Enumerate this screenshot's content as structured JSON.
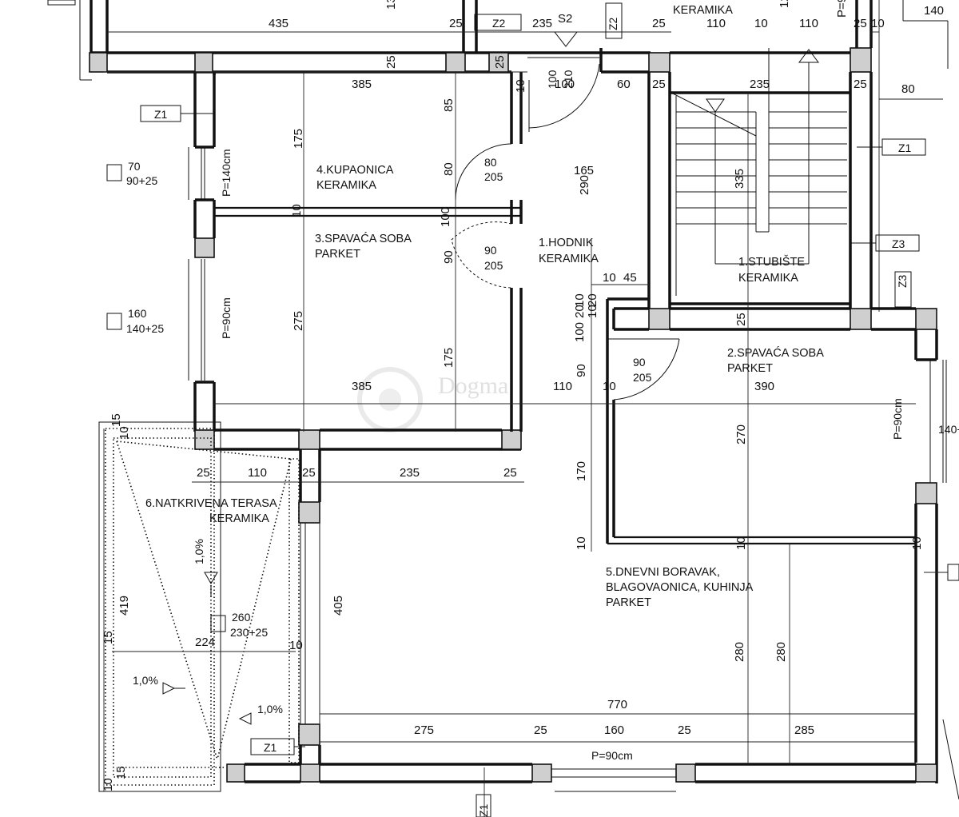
{
  "rooms": [
    {
      "name": "4.KUPAONICA",
      "floor": "KERAMIKA"
    },
    {
      "name": "3.SPAVAĆA SOBA",
      "floor": "PARKET"
    },
    {
      "name": "1.HODNIK",
      "floor": "KERAMIKA"
    },
    {
      "name": "1.STUBIŠTE",
      "floor": "KERAMIKA"
    },
    {
      "name": "2.SPAVAĆA SOBA",
      "floor": "PARKET"
    },
    {
      "name": "6.NATKRIVENA TERASA",
      "floor": "KERAMIKA"
    },
    {
      "name": "5.DNEVNI BORAVAK,",
      "line2": "BLAGOVAONICA, KUHINJA",
      "floor": "PARKET"
    },
    {
      "name": "KERAMIKA"
    }
  ],
  "windows": [
    {
      "w": "70",
      "h": "90+25",
      "p": "P=140cm"
    },
    {
      "w": "160",
      "h": "140+25",
      "p": "P=90cm"
    },
    {
      "w": "260",
      "h": "230+25"
    },
    {
      "p": "P=90cm"
    },
    {
      "p": "P=90cm",
      "w": "140+"
    }
  ],
  "doors": [
    {
      "w": "80",
      "h": "205"
    },
    {
      "w": "90",
      "h": "205"
    },
    {
      "w": "90",
      "h": "205"
    },
    {
      "w": "100",
      "h": "210"
    }
  ],
  "tags": [
    "Z1",
    "Z1",
    "Z1",
    "Z2",
    "Z2",
    "Z3",
    "Z3",
    "S2",
    "Z1"
  ],
  "slopes": [
    "1,0%",
    "1,0%",
    "1,0%"
  ],
  "dims": {
    "top": [
      "435",
      "13",
      "25",
      "235",
      "25",
      "110",
      "10",
      "110",
      "25",
      "10",
      "140",
      "12",
      "P=9"
    ],
    "row2": [
      "385",
      "25",
      "25",
      "60",
      "25",
      "235",
      "25",
      "80",
      "10",
      "100"
    ],
    "bath": [
      "85",
      "175",
      "80",
      "290",
      "165",
      "335"
    ],
    "bed3": [
      "10",
      "100",
      "90",
      "275",
      "175",
      "385",
      "110",
      "10",
      "390"
    ],
    "hall": [
      "10",
      "45",
      "10",
      "20",
      "20",
      "10",
      "100",
      "90",
      "170",
      "10",
      "25"
    ],
    "bed2": [
      "270",
      "10",
      "10"
    ],
    "mid": [
      "25",
      "110",
      "25",
      "235",
      "25"
    ],
    "terrace": [
      "419",
      "224",
      "15",
      "10",
      "405",
      "10",
      "15",
      "10",
      "15"
    ],
    "living": [
      "280",
      "280",
      "770",
      "275",
      "25",
      "160",
      "25",
      "285"
    ]
  },
  "watermark": "Dogma"
}
